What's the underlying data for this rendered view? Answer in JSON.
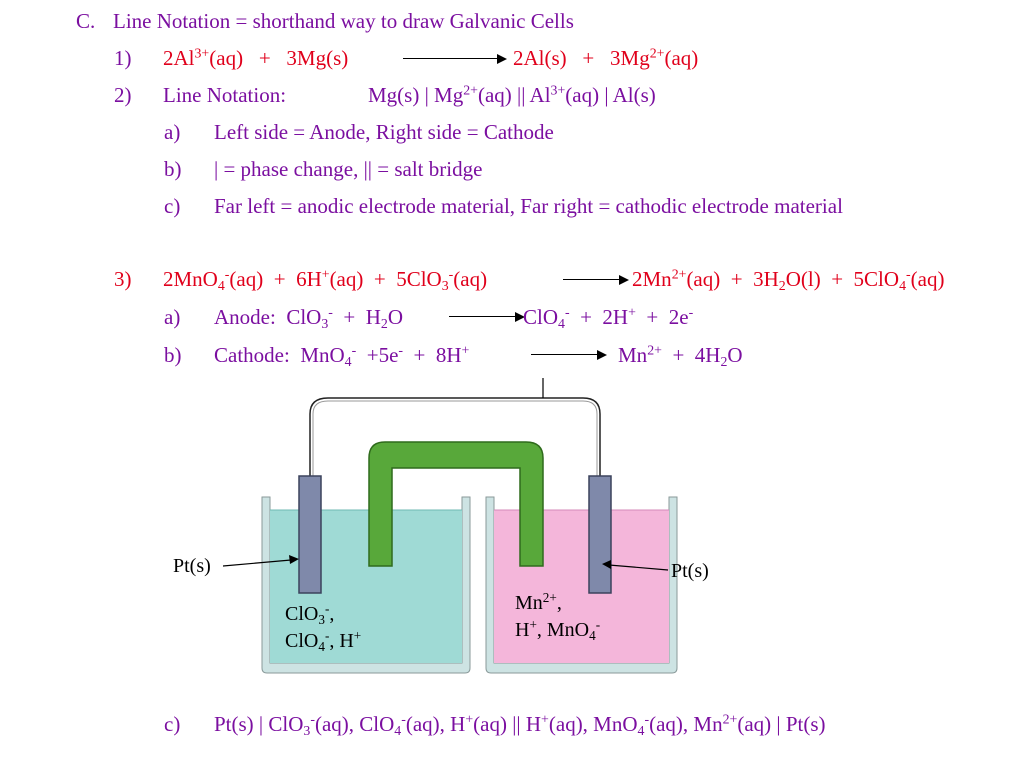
{
  "colors": {
    "heading": "#7b0fa0",
    "accent": "#e0001b",
    "left_solution": "#9fdad5",
    "right_solution": "#f4b6da",
    "salt_bridge": "#58a83a",
    "electrode": "#7f89aa",
    "beaker": "#cde3e3"
  },
  "section": {
    "marker": "C.",
    "title": "Line Notation = shorthand way to draw Galvanic Cells"
  },
  "item1": {
    "marker": "1)",
    "reactants": {
      "a1": "2Al",
      "a1_sup": "3+",
      "a1_state": "(aq)",
      "plus": "+",
      "a2": "3Mg(s)"
    },
    "products": {
      "p1": "2Al(s)",
      "plus": "+",
      "p2": "3Mg",
      "p2_sup": "2+",
      "p2_state": "(aq)"
    }
  },
  "item2": {
    "marker": "2)",
    "label": "Line Notation:",
    "n1": "Mg(s) | Mg",
    "n1_sup": "2+",
    "n2": "(aq) || Al",
    "n2_sup": "3+",
    "n3": "(aq) | Al(s)",
    "subs": [
      {
        "marker": "a)",
        "text": "Left side = Anode, Right side = Cathode"
      },
      {
        "marker": "b)",
        "text": "| = phase change, || = salt bridge"
      },
      {
        "marker": "c)",
        "text": "Far left = anodic electrode material, Far right = cathodic electrode material"
      }
    ]
  },
  "item3": {
    "marker": "3)",
    "left": {
      "s1": "2MnO",
      "s1_sub": "4",
      "s1_sup": "-",
      "s1_state": "(aq)",
      "plus1": "+",
      "s2": "6H",
      "s2_sup": "+",
      "s2_state": "(aq)",
      "plus2": "+",
      "s3": "5ClO",
      "s3_sub": "3",
      "s3_sup": "-",
      "s3_state": "(aq)"
    },
    "right": {
      "p1": "2Mn",
      "p1_sup": "2+",
      "p1_state": "(aq)",
      "plus1": "+",
      "p2": "3H",
      "p2_sub": "2",
      "p2_rest": "O(l)",
      "plus2": "+",
      "p3": "5ClO",
      "p3_sub": "4",
      "p3_sup": "-",
      "p3_state": "(aq)"
    },
    "anode": {
      "marker": "a)",
      "label": "Anode:",
      "l1": "ClO",
      "l1_sub": "3",
      "l1_sup": "-",
      "plus1": "+",
      "l2": "H",
      "l2_sub": "2",
      "l2_rest": "O",
      "r1": "ClO",
      "r1_sub": "4",
      "r1_sup": "-",
      "plus2": "+",
      "r2": "2H",
      "r2_sup": "+",
      "plus3": "+",
      "r3": "2e",
      "r3_sup": "-"
    },
    "cathode": {
      "marker": "b)",
      "label": "Cathode:",
      "l1": "MnO",
      "l1_sub": "4",
      "l1_sup": "-",
      "l2": "+5e",
      "l2_sup": "-",
      "plus1": "+",
      "l3": "8H",
      "l3_sup": "+",
      "r1": "Mn",
      "r1_sup": "2+",
      "plus2": "+",
      "r2": "4H",
      "r2_sub": "2",
      "r2_rest": "O"
    },
    "line": {
      "marker": "c)",
      "t1": "Pt(s) | ClO",
      "t1_sub": "3",
      "t1_sup": "-",
      "t2": "(aq), ClO",
      "t2_sub": "4",
      "t2_sup": "-",
      "t3": "(aq), H",
      "t3_sup": "+",
      "t4": "(aq) || H",
      "t4_sup": "+",
      "t5": "(aq), MnO",
      "t5_sub": "4",
      "t5_sup": "-",
      "t6": "(aq), Mn",
      "t6_sup": "2+",
      "t7": "(aq) | Pt(s)"
    }
  },
  "diagram": {
    "left_electrode_label": "Pt(s)",
    "right_electrode_label": "Pt(s)",
    "left_solution": {
      "a": "ClO",
      "a_sub": "3",
      "a_sup": "-",
      "a_end": ",",
      "b": "ClO",
      "b_sub": "4",
      "b_sup": "-",
      "b_end": ", H",
      "b_sup2": "+"
    },
    "right_solution": {
      "a": "Mn",
      "a_sup": "2+",
      "a_end": ",",
      "b": "H",
      "b_sup": "+",
      "b_mid": ", MnO",
      "b_sub": "4",
      "b_sup2": "-"
    }
  }
}
